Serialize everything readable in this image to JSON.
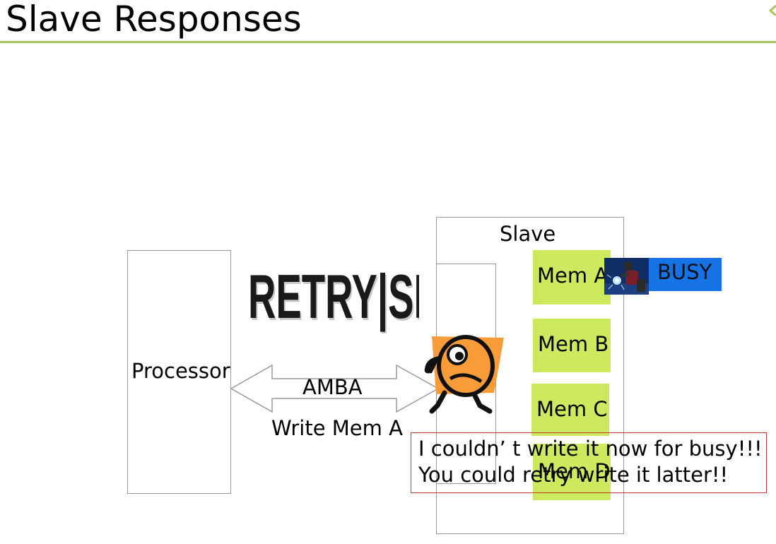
{
  "slide": {
    "title": "Slave Responses"
  },
  "diagram": {
    "processor_label": "Processor",
    "slave_label": "Slave",
    "bus_label": "AMBA",
    "transfer_label": "Write Mem A",
    "response_wordart": "RETRY|SPLIT",
    "memories": [
      {
        "label": "Mem A"
      },
      {
        "label": "Mem B"
      },
      {
        "label": "Mem C"
      },
      {
        "label": "Mem D"
      }
    ],
    "busy_label": "BUSY",
    "message": {
      "line1": "I couldn’ t write it now for busy!!!",
      "line2": "You could retry write it latter!!"
    }
  },
  "colors": {
    "title_rule": "#a4c65a",
    "memory_fill": "#cdea5e",
    "busy_fill": "#1673e6",
    "message_border": "#c0392b",
    "character_fill": "#f89c3a"
  },
  "icons": [
    "welder-icon",
    "worried-character-icon",
    "double-arrow-icon"
  ]
}
